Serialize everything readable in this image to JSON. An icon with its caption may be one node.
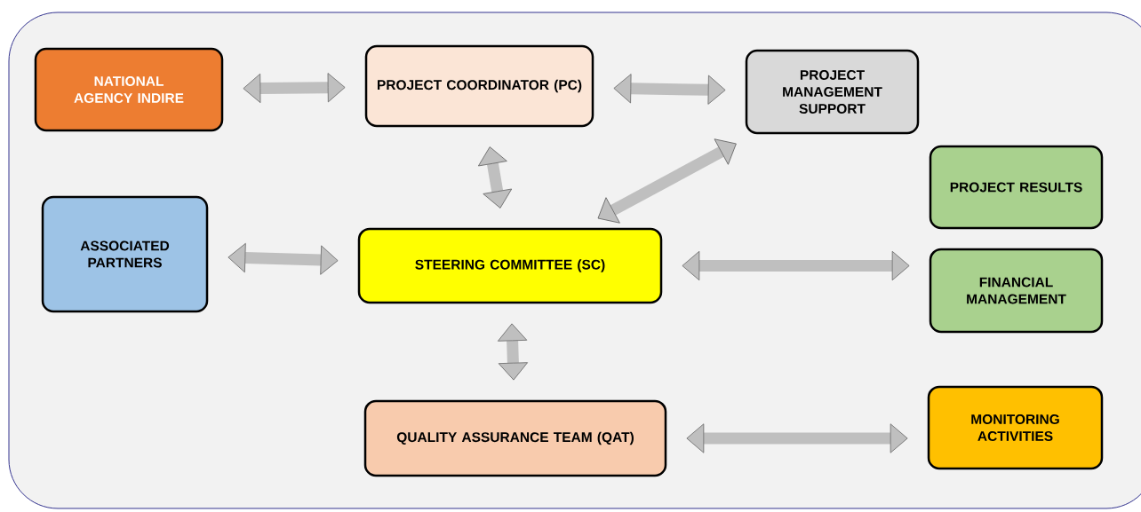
{
  "diagram": {
    "nodes": [
      {
        "text": [
          "NATIONAL AGENCY INDIRE"
        ]
      },
      {
        "text": [
          "PROJECT COORDINATOR (PC)"
        ]
      },
      {
        "text": [
          "PROJECT MANAGEMENT SUPPORT"
        ]
      },
      {
        "text": [
          "ASSOCIATED PARTNERS"
        ]
      },
      {
        "text": [
          "STEERING COMMITTEE (SC)"
        ]
      },
      {
        "text": [
          "PROJECT RESULTS"
        ]
      },
      {
        "text": [
          "FINANCIAL MANAGEMENT"
        ]
      },
      {
        "text": [
          "QUALITY ASSURANCE TEAM (QAT)"
        ]
      },
      {
        "text": [
          "MONITORING ACTIVITIES"
        ]
      }
    ],
    "edges": [
      {
        "from": 0,
        "to": 1,
        "arrow": "both"
      },
      {
        "from": 1,
        "to": 2,
        "arrow": "both"
      },
      {
        "from": 1,
        "to": 4,
        "arrow": "both"
      },
      {
        "from": 4,
        "to": 2,
        "arrow": "both"
      },
      {
        "from": 3,
        "to": 4,
        "arrow": "both"
      },
      {
        "from": 4,
        "to": 6,
        "arrow": "both"
      },
      {
        "from": 4,
        "to": 7,
        "arrow": "both"
      },
      {
        "from": 7,
        "to": 8,
        "arrow": "both"
      }
    ]
  }
}
